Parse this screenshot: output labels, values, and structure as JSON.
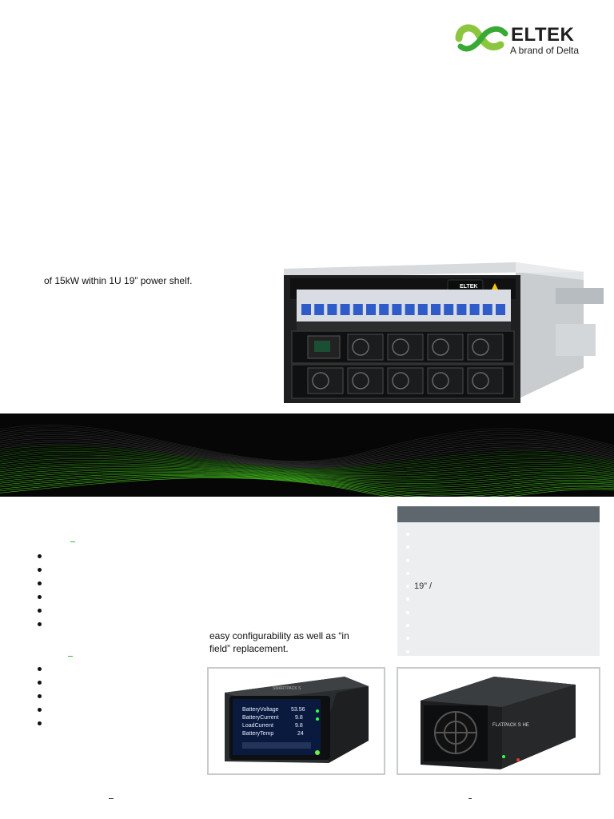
{
  "header": {
    "brand_name": "ELTEK",
    "brand_tagline": "A brand of Delta",
    "brand_color": "#8cc63f",
    "logo_icon": "eltek-logo-icon"
  },
  "intro": {
    "text": "of 15kW within 1U 19” power shelf."
  },
  "hero_product": {
    "badge_text": "ELTEK",
    "icon": "power-rack-image",
    "warning_icon": "warning-triangle-icon"
  },
  "banner": {
    "icon": "green-wave-graphic",
    "accent_color": "#6fcf3a"
  },
  "content": {
    "body_text_line1": "easy configurability as well as “in",
    "body_text_line2": "field” replacement."
  },
  "specs": {
    "header_color": "#5e676e",
    "items": [
      "",
      "",
      "",
      "",
      "19” /",
      "",
      "",
      "",
      "",
      ""
    ]
  },
  "images": {
    "controller_lcd": {
      "brand": "SMARTPACK S",
      "rows": [
        {
          "label": "BatteryVoltage",
          "value": "53.56"
        },
        {
          "label": "BatteryCurrent",
          "value": "9.8"
        },
        {
          "label": "LoadCurrent",
          "value": "9.8"
        },
        {
          "label": "BatteryTemp",
          "value": "24"
        }
      ]
    },
    "rectifier": {
      "brand": "FLATPACK S HE"
    }
  }
}
